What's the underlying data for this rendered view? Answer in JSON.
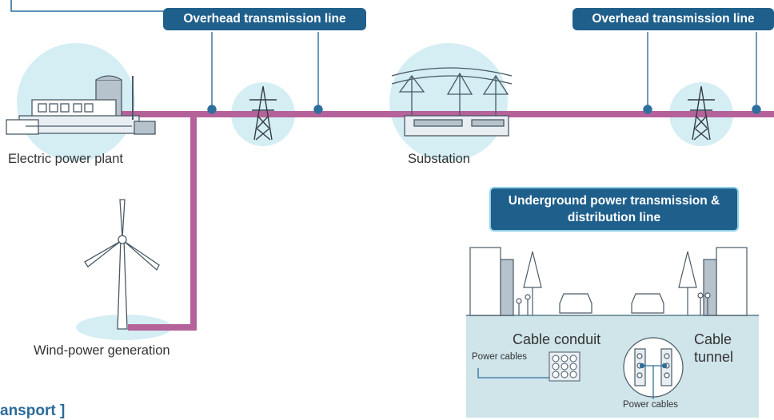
{
  "tags": {
    "overhead_left": "Overhead transmission line",
    "overhead_right": "Overhead transmission line",
    "underground": "Underground power transmission & distribution line"
  },
  "nodes": {
    "power_plant": "Electric power plant",
    "substation": "Substation",
    "wind": "Wind-power generation"
  },
  "underground": {
    "cable_conduit": "Cable conduit",
    "cable_tunnel": "Cable tunnel",
    "conduit_cables": "Power cables",
    "tunnel_cables": "Power cables"
  },
  "side_heading": "ansport ]",
  "colors": {
    "line": "#b5629a",
    "tag_bg": "#1f5f8b",
    "circle": "#d4eef4",
    "ground": "#cfe5ea",
    "connector": "#2f6f9d"
  }
}
